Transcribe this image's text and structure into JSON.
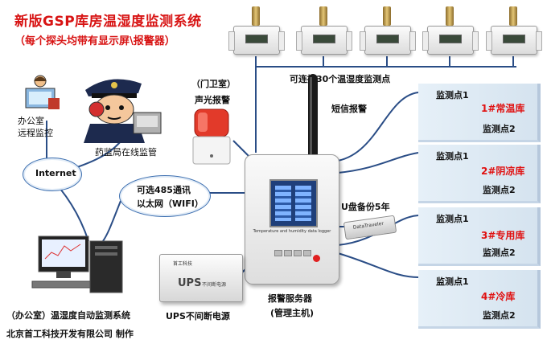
{
  "title": "新版GSP库房温湿度监测系统",
  "subtitle": "（每个探头均带有显示屏\\报警器）",
  "office_remote": {
    "line1": "办公室",
    "line2": "远程监控"
  },
  "drug_admin": "药监局在线监管",
  "internet": "Internet",
  "network_cloud": {
    "line1": "可选485通讯",
    "line2": "以太网（WIFI）"
  },
  "gatehouse": {
    "line1": "（门卫室）",
    "line2": "声光报警"
  },
  "sensors_note": "可连接30个温湿度监测点",
  "sms_alarm": "短信报警",
  "usb_backup": "U盘备份5年",
  "ups_label": "UPS不间断电源",
  "ups_brand": "首工科技",
  "ups_device_text": "UPS",
  "ups_device_sub": "不间断电源",
  "usb_brand": "DataTraveler",
  "server": {
    "line1": "报警服务器",
    "line2": "(管理主机)"
  },
  "device_caption": "Temperature and humidity data logger",
  "pc_system": "（办公室）温湿度自动监测系统",
  "company": "北京首工科技开发有限公司 制作",
  "warehouses": [
    {
      "p1": "监测点1",
      "name": "1#常温库",
      "p2": "监测点2"
    },
    {
      "p1": "监测点1",
      "name": "2#阴凉库",
      "p2": "监测点2"
    },
    {
      "p1": "监测点1",
      "name": "3#专用库",
      "p2": "监测点2"
    },
    {
      "p1": "监测点1",
      "name": "4#冷库",
      "p2": "监测点2"
    }
  ]
}
